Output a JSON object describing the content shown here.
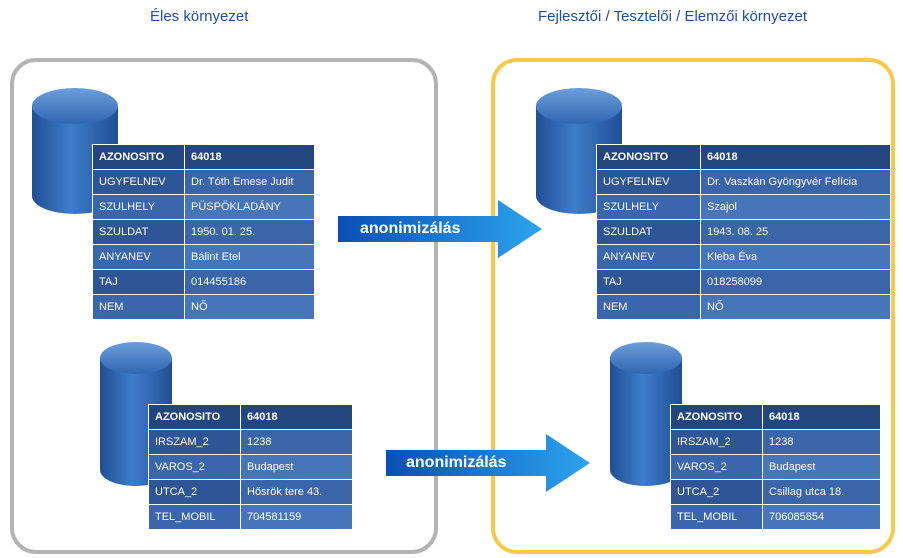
{
  "titles": {
    "live": "Éles környezet",
    "dev": "Fejlesztői / Tesztelői / Elemzői környezet"
  },
  "arrows": {
    "label": "anonimizálás"
  },
  "live": {
    "customer": [
      [
        "AZONOSITO",
        "64018"
      ],
      [
        "UGYFELNEV",
        "Dr. Tóth Emese Judit"
      ],
      [
        "SZULHELY",
        "PÜSPÖKLADÁNY"
      ],
      [
        "SZULDAT",
        "1950. 01. 25."
      ],
      [
        "ANYANEV",
        "Bálint Etel"
      ],
      [
        "TAJ",
        "014455186"
      ],
      [
        "NEM",
        "NŐ"
      ]
    ],
    "address": [
      [
        "AZONOSITO",
        "64018"
      ],
      [
        "IRSZAM_2",
        "1238"
      ],
      [
        "VAROS_2",
        "Budapest"
      ],
      [
        "UTCA_2",
        "Hősrök tere 43."
      ],
      [
        "TEL_MOBIL",
        "704581159"
      ]
    ]
  },
  "dev": {
    "customer": [
      [
        "AZONOSITO",
        "64018"
      ],
      [
        "UGYFELNEV",
        "Dr. Vaszkán Gyöngyvér Felícia"
      ],
      [
        "SZULHELY",
        "Szajol"
      ],
      [
        "SZULDAT",
        "1943. 08. 25."
      ],
      [
        "ANYANEV",
        "Kleba Éva"
      ],
      [
        "TAJ",
        "018258099"
      ],
      [
        "NEM",
        "NŐ"
      ]
    ],
    "address": [
      [
        "AZONOSITO",
        "64018"
      ],
      [
        "IRSZAM_2",
        "1238"
      ],
      [
        "VAROS_2",
        "Budapest"
      ],
      [
        "UTCA_2",
        "Csillag utca 18."
      ],
      [
        "TEL_MOBIL",
        "706085854"
      ]
    ]
  },
  "colors": {
    "live_border": "#b3b3b3",
    "dev_border": "#f7c948",
    "table_header": "#23467f",
    "arrow": "#1b7bd6",
    "title": "#1f4e9c"
  }
}
